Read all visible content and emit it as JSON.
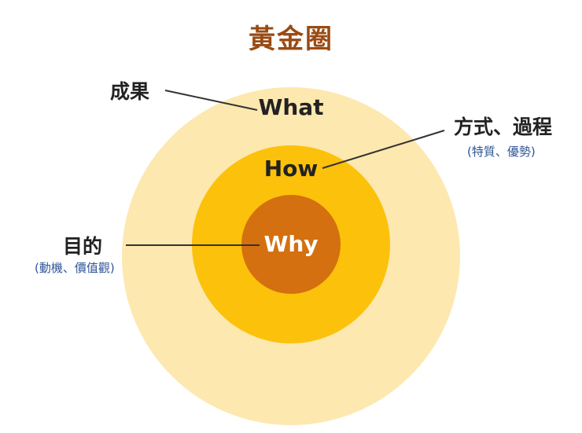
{
  "title": "黃金圈",
  "rings": {
    "what": "What",
    "how": "How",
    "why": "Why"
  },
  "callouts": {
    "result": {
      "label": "成果"
    },
    "method": {
      "label": "方式、過程",
      "sub": "(特質、優勢)"
    },
    "purpose": {
      "label": "目的",
      "sub": "(動機、價值觀)"
    }
  },
  "colors": {
    "title": "#9a4a12",
    "outer_ring": "#fde8b0",
    "middle_ring": "#fcc10a",
    "inner_ring": "#d4700f",
    "sub_label": "#2f5597",
    "line": "#333333",
    "ring_text_dark": "#222222",
    "ring_text_light": "#ffffff"
  }
}
